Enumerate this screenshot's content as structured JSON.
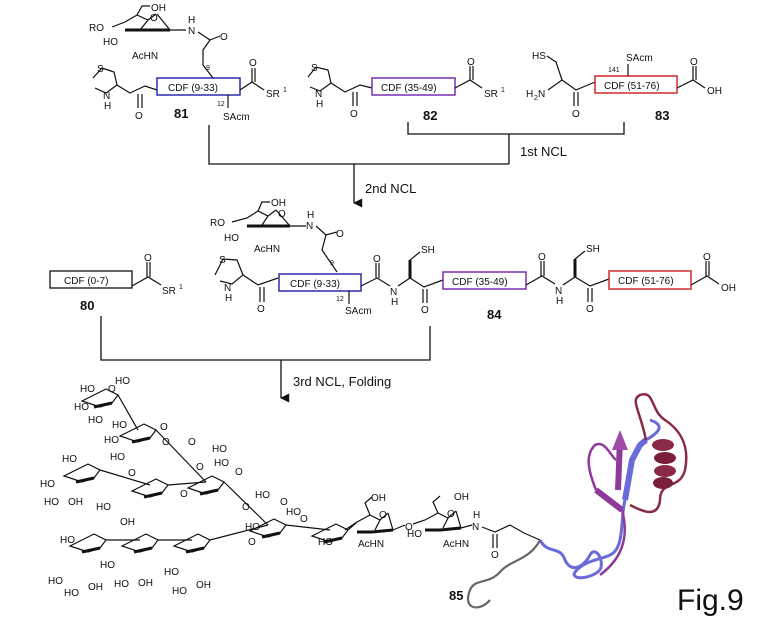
{
  "figure_label": "Fig.9",
  "colors": {
    "seg_9_33": "#2b2ba8",
    "seg_35_49": "#7a2fb0",
    "seg_51_76": "#d12a2a",
    "seg_0_7": "#111111",
    "protein_blue": "#6a6ad8",
    "protein_purple": "#8e3a9a",
    "protein_maroon": "#8a2a45",
    "protein_gray": "#666666"
  },
  "compounds": {
    "c80": {
      "id": "80",
      "segment": "CDF (0-7)",
      "thioester": "SR",
      "sup": "1"
    },
    "c81": {
      "id": "81",
      "segment": "CDF (9-33)",
      "thioester": "SR",
      "sup": "1",
      "site_glyco": "9",
      "site_acm": "12",
      "acm": "SAcm",
      "sugar": {
        "ro": "RO",
        "ho": "HO",
        "oh": "OH",
        "achn": "AcHN",
        "o": "O",
        "h": "H",
        "n": "N"
      }
    },
    "c82": {
      "id": "82",
      "segment": "CDF (35-49)",
      "thioester": "SR",
      "sup": "1"
    },
    "c83": {
      "id": "83",
      "segment": "CDF (51-76)",
      "acid": "OH",
      "site_acm": "141",
      "acm": "SAcm",
      "hs": "HS",
      "h2n": "H",
      "h2n_sub": "2",
      "h2n_n": "N"
    },
    "c84": {
      "id": "84",
      "segments": [
        "CDF (9-33)",
        "CDF (35-49)",
        "CDF (51-76)"
      ],
      "site_glyco": "9",
      "site_acm": "12",
      "acm": "SAcm",
      "sh": "SH",
      "acid": "OH"
    },
    "c85": {
      "id": "85"
    }
  },
  "atoms": {
    "S": "S",
    "N": "N",
    "H": "H",
    "O": "O",
    "OH": "OH",
    "HO": "HO",
    "AcHN": "AcHN"
  },
  "steps": {
    "first": "1st NCL",
    "second": "2nd NCL",
    "third": "3rd NCL, Folding"
  }
}
